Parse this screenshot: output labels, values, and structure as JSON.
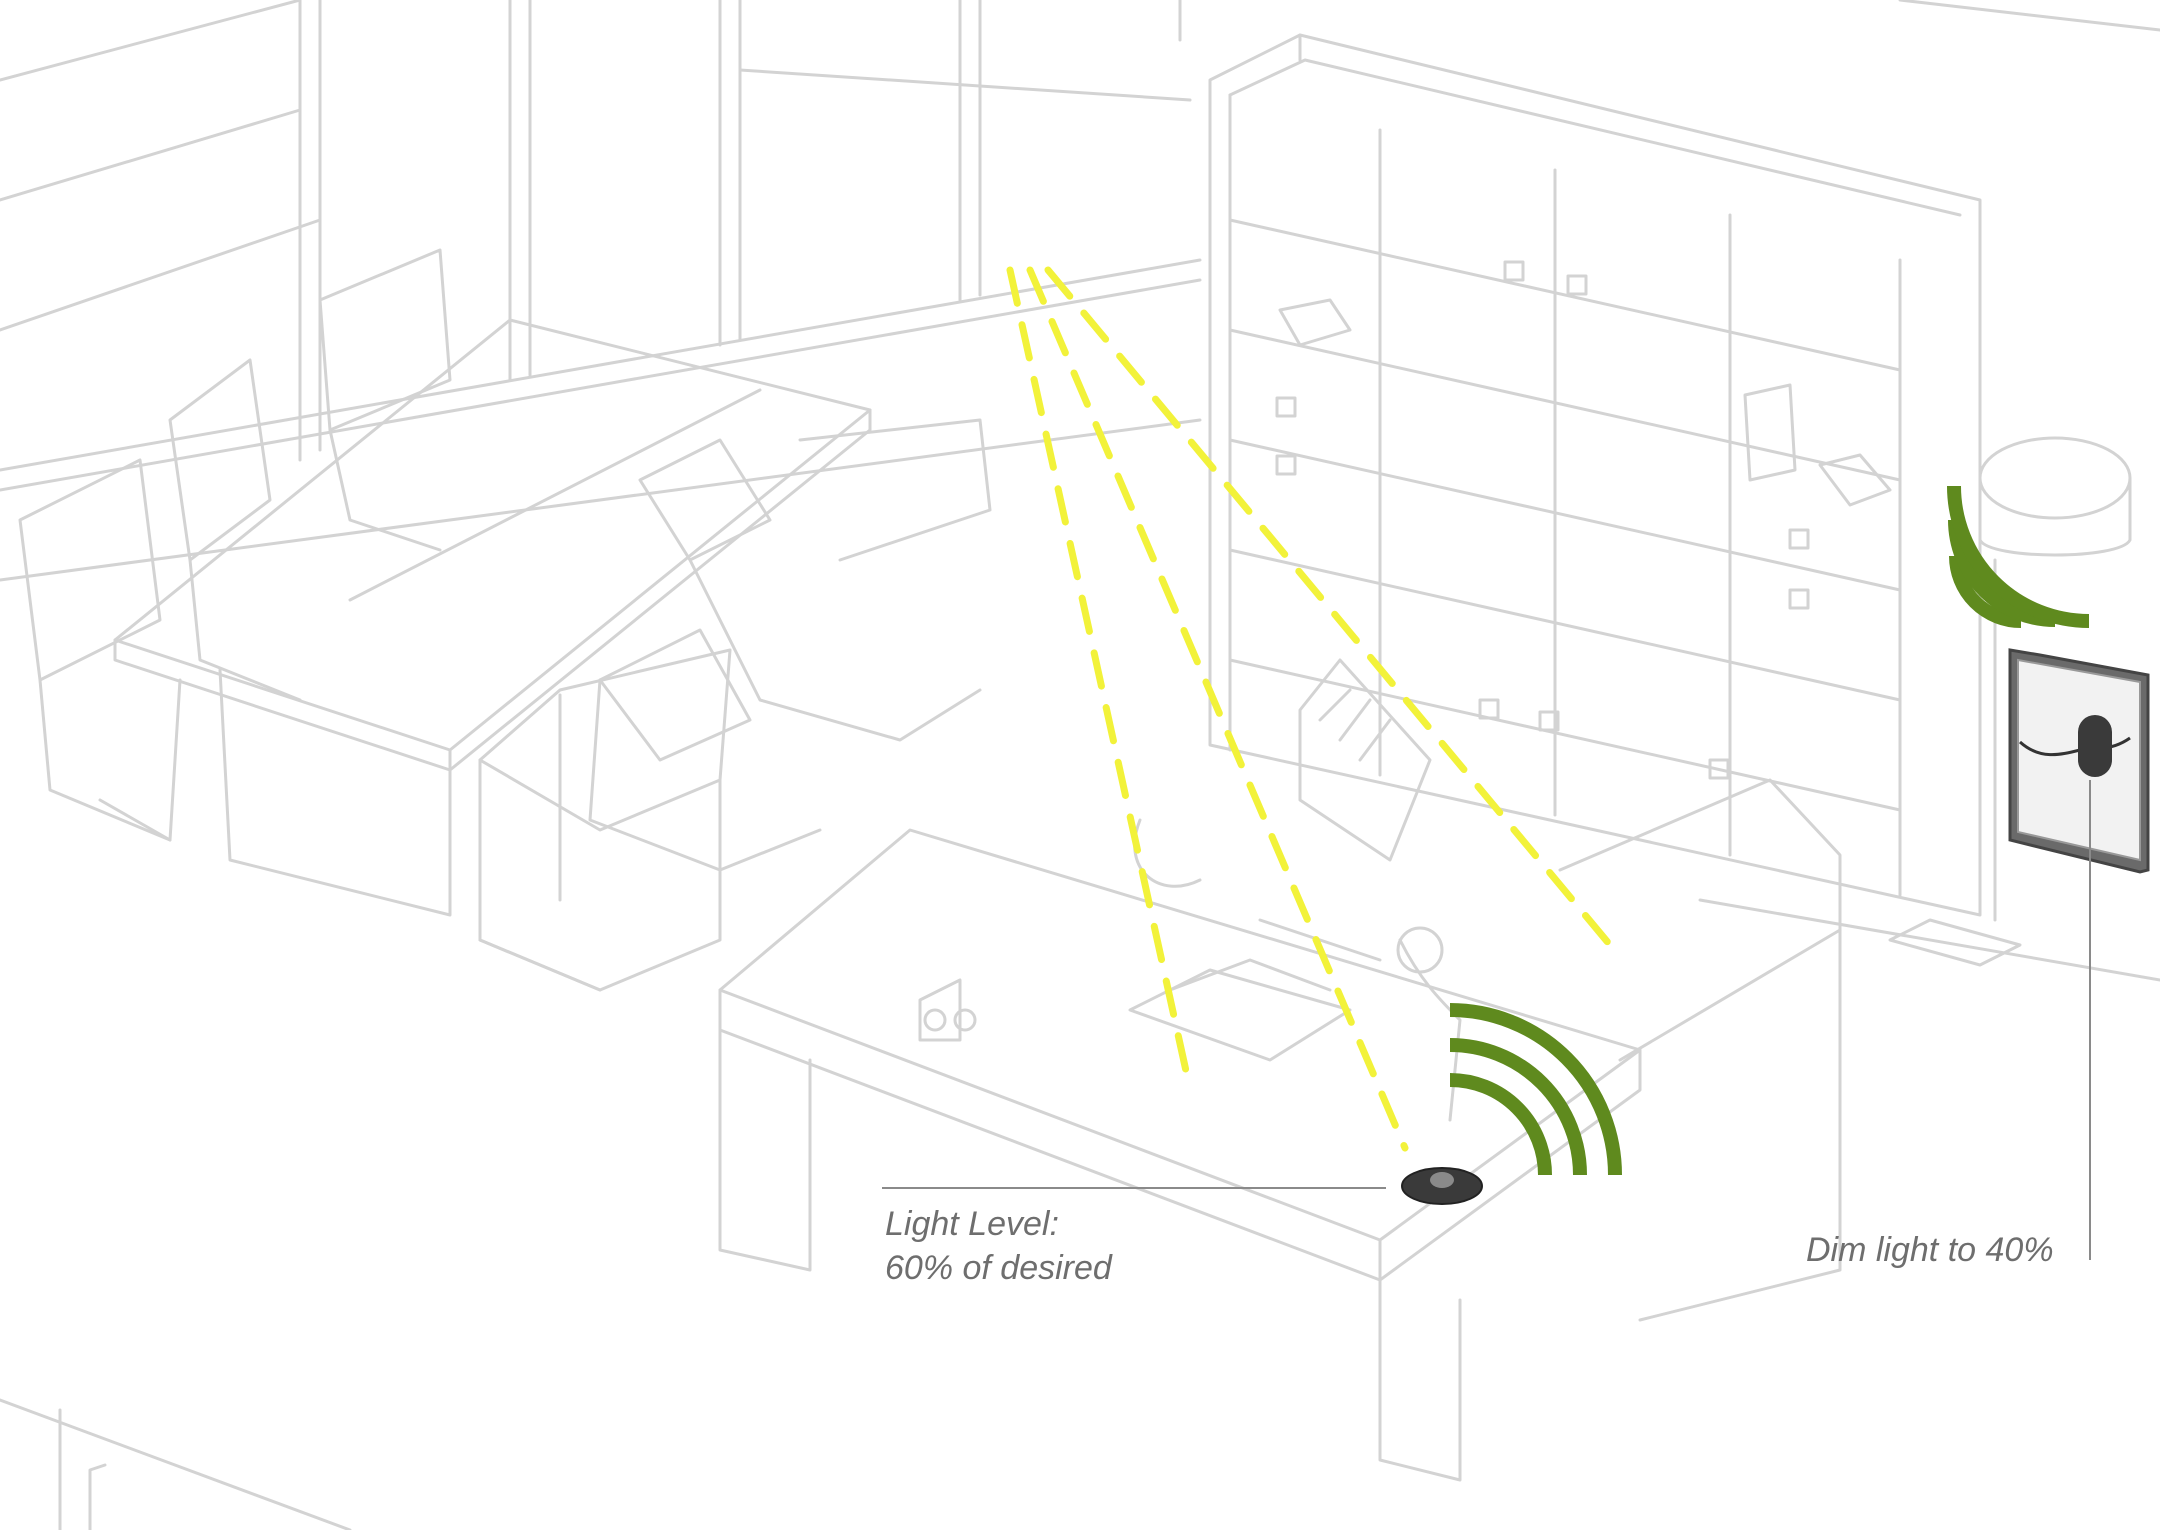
{
  "colors": {
    "line_art": "#d3d3d3",
    "light_beam": "#f2f23a",
    "signal": "#5f8a1e",
    "callout_text": "#6e6e6e",
    "leader": "#8a8a8a",
    "device": "#3a3a3a"
  },
  "icons": [
    "signal-waves-icon",
    "light-sensor-icon",
    "wall-dimmer-switch-icon"
  ],
  "callouts": {
    "light_level": {
      "line1": "Light Level:",
      "line2": "60% of desired"
    },
    "dimmer": "Dim light to 40%"
  }
}
